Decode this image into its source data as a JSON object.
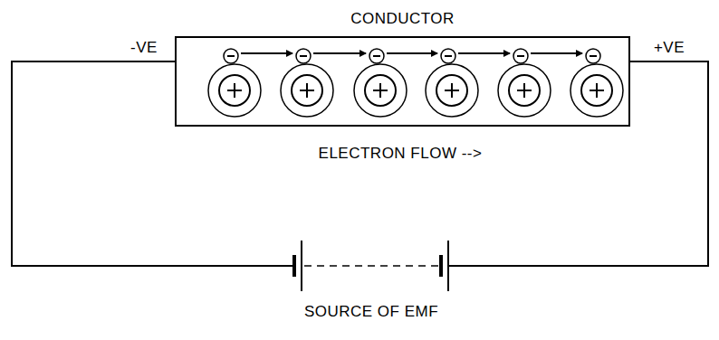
{
  "diagram": {
    "nodes": [
      {
        "text": [
          "CONDUCTOR"
        ]
      }
    ],
    "labels": [
      "-VE",
      "+VE",
      "ELECTRON FLOW -->",
      "SOURCE OF EMF"
    ]
  }
}
